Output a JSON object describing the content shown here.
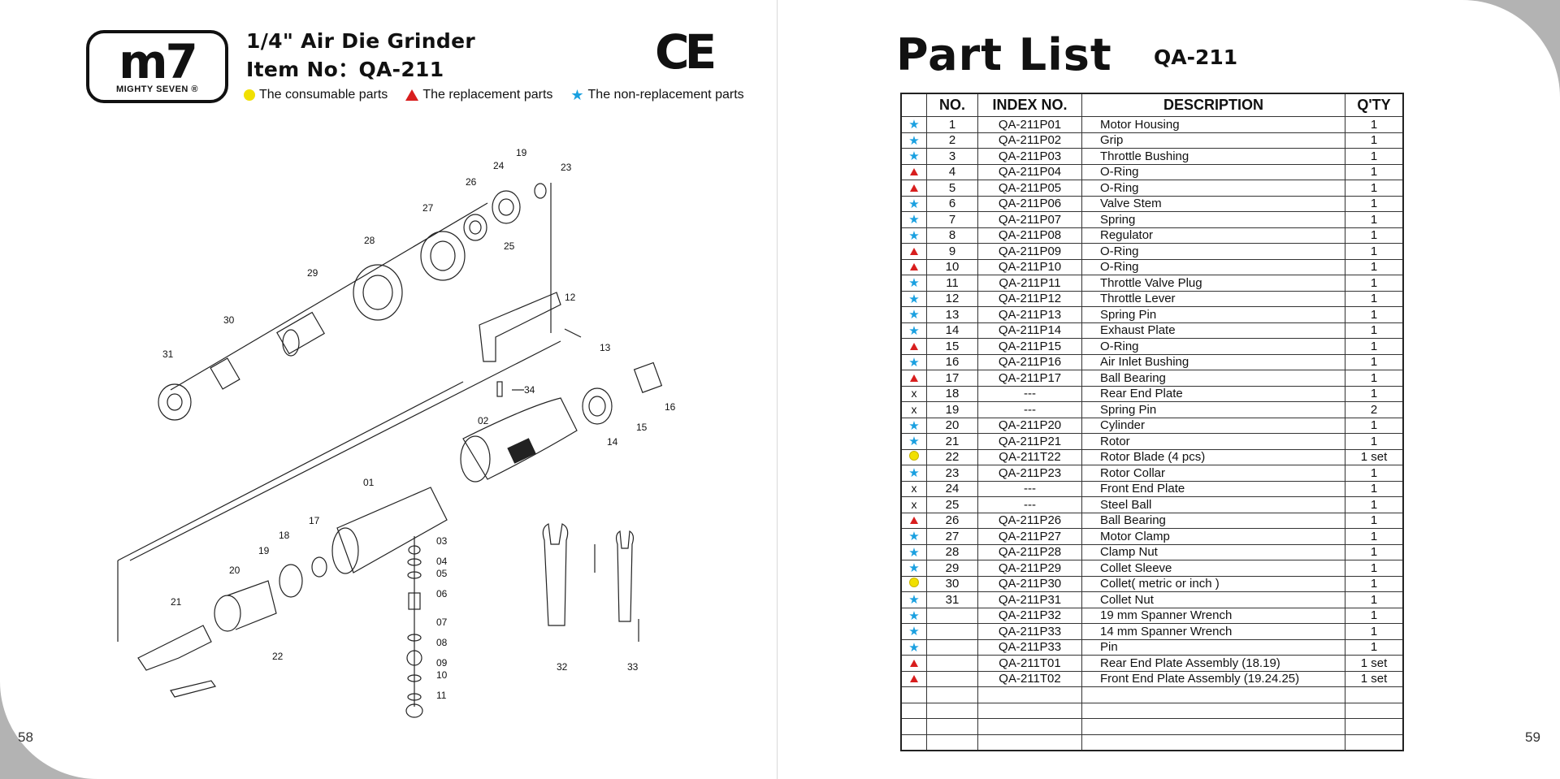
{
  "header": {
    "logo_mark": "m7",
    "logo_text": "MIGHTY SEVEN ®",
    "title_line1": "1/4\" Air Die Grinder",
    "title_line2": "Item No：QA-211",
    "certification_mark": "CE"
  },
  "legend": [
    {
      "icon": "yellow-dot",
      "label": "The consumable parts"
    },
    {
      "icon": "red-triangle",
      "label": "The replacement parts"
    },
    {
      "icon": "blue-star",
      "label": "The non-replacement parts"
    }
  ],
  "colors": {
    "consumable": "#f1e000",
    "replacement": "#d81e1e",
    "non_replacement": "#1aa0e0"
  },
  "diagram_labels": [
    "01",
    "02",
    "03",
    "04",
    "05",
    "06",
    "07",
    "08",
    "09",
    "10",
    "11",
    "12",
    "13",
    "14",
    "15",
    "16",
    "17",
    "18",
    "19",
    "19",
    "20",
    "21",
    "22",
    "23",
    "24",
    "25",
    "26",
    "27",
    "28",
    "29",
    "30",
    "31",
    "32",
    "33",
    "34"
  ],
  "page_numbers": {
    "left": "58",
    "right": "59"
  },
  "part_list": {
    "title": "Part List",
    "model": "QA-211",
    "columns": [
      "",
      "NO.",
      "INDEX NO.",
      "DESCRIPTION",
      "Q'TY"
    ],
    "rows": [
      {
        "mark": "star",
        "no": "1",
        "index": "QA-211P01",
        "desc": "Motor Housing",
        "qty": "1"
      },
      {
        "mark": "star",
        "no": "2",
        "index": "QA-211P02",
        "desc": "Grip",
        "qty": "1"
      },
      {
        "mark": "star",
        "no": "3",
        "index": "QA-211P03",
        "desc": "Throttle Bushing",
        "qty": "1"
      },
      {
        "mark": "tri",
        "no": "4",
        "index": "QA-211P04",
        "desc": "O-Ring",
        "qty": "1"
      },
      {
        "mark": "tri",
        "no": "5",
        "index": "QA-211P05",
        "desc": "O-Ring",
        "qty": "1"
      },
      {
        "mark": "star",
        "no": "6",
        "index": "QA-211P06",
        "desc": "Valve Stem",
        "qty": "1"
      },
      {
        "mark": "star",
        "no": "7",
        "index": "QA-211P07",
        "desc": "Spring",
        "qty": "1"
      },
      {
        "mark": "star",
        "no": "8",
        "index": "QA-211P08",
        "desc": "Regulator",
        "qty": "1"
      },
      {
        "mark": "tri",
        "no": "9",
        "index": "QA-211P09",
        "desc": "O-Ring",
        "qty": "1"
      },
      {
        "mark": "tri",
        "no": "10",
        "index": "QA-211P10",
        "desc": "O-Ring",
        "qty": "1"
      },
      {
        "mark": "star",
        "no": "11",
        "index": "QA-211P11",
        "desc": "Throttle Valve Plug",
        "qty": "1"
      },
      {
        "mark": "star",
        "no": "12",
        "index": "QA-211P12",
        "desc": "Throttle Lever",
        "qty": "1"
      },
      {
        "mark": "star",
        "no": "13",
        "index": "QA-211P13",
        "desc": "Spring Pin",
        "qty": "1"
      },
      {
        "mark": "star",
        "no": "14",
        "index": "QA-211P14",
        "desc": "Exhaust Plate",
        "qty": "1"
      },
      {
        "mark": "tri",
        "no": "15",
        "index": "QA-211P15",
        "desc": "O-Ring",
        "qty": "1"
      },
      {
        "mark": "star",
        "no": "16",
        "index": "QA-211P16",
        "desc": "Air Inlet Bushing",
        "qty": "1"
      },
      {
        "mark": "tri",
        "no": "17",
        "index": "QA-211P17",
        "desc": "Ball Bearing",
        "qty": "1"
      },
      {
        "mark": "x",
        "no": "18",
        "index": "---",
        "desc": "Rear End Plate",
        "qty": "1"
      },
      {
        "mark": "x",
        "no": "19",
        "index": "---",
        "desc": "Spring Pin",
        "qty": "2"
      },
      {
        "mark": "star",
        "no": "20",
        "index": "QA-211P20",
        "desc": "Cylinder",
        "qty": "1"
      },
      {
        "mark": "star",
        "no": "21",
        "index": "QA-211P21",
        "desc": "Rotor",
        "qty": "1"
      },
      {
        "mark": "dot",
        "no": "22",
        "index": "QA-211T22",
        "desc": "Rotor Blade (4 pcs)",
        "qty": "1 set"
      },
      {
        "mark": "star",
        "no": "23",
        "index": "QA-211P23",
        "desc": "Rotor Collar",
        "qty": "1"
      },
      {
        "mark": "x",
        "no": "24",
        "index": "---",
        "desc": "Front End Plate",
        "qty": "1"
      },
      {
        "mark": "x",
        "no": "25",
        "index": "---",
        "desc": "Steel Ball",
        "qty": "1"
      },
      {
        "mark": "tri",
        "no": "26",
        "index": "QA-211P26",
        "desc": "Ball Bearing",
        "qty": "1"
      },
      {
        "mark": "star",
        "no": "27",
        "index": "QA-211P27",
        "desc": "Motor Clamp",
        "qty": "1"
      },
      {
        "mark": "star",
        "no": "28",
        "index": "QA-211P28",
        "desc": "Clamp Nut",
        "qty": "1"
      },
      {
        "mark": "star",
        "no": "29",
        "index": "QA-211P29",
        "desc": "Collet Sleeve",
        "qty": "1"
      },
      {
        "mark": "dot",
        "no": "30",
        "index": "QA-211P30",
        "desc": "Collet( metric or inch )",
        "qty": "1"
      },
      {
        "mark": "star",
        "no": "31",
        "index": "QA-211P31",
        "desc": "Collet  Nut",
        "qty": "1"
      },
      {
        "mark": "star",
        "no": "",
        "index": "QA-211P32",
        "desc": "19 mm Spanner Wrench",
        "qty": "1",
        "small": true
      },
      {
        "mark": "star",
        "no": "",
        "index": "QA-211P33",
        "desc": "14 mm Spanner Wrench",
        "qty": "1",
        "small": true
      },
      {
        "mark": "star",
        "no": "",
        "index": "QA-211P33",
        "desc": "Pin",
        "qty": "1",
        "small": true
      },
      {
        "mark": "tri",
        "no": "",
        "index": "QA-211T01",
        "desc": "Rear End Plate Assembly (18.19)",
        "qty": "1 set"
      },
      {
        "mark": "tri",
        "no": "",
        "index": "QA-211T02",
        "desc": "Front End Plate  Assembly  (19.24.25)",
        "qty": "1 set"
      },
      {
        "mark": "",
        "no": "",
        "index": "",
        "desc": "",
        "qty": ""
      },
      {
        "mark": "",
        "no": "",
        "index": "",
        "desc": "",
        "qty": ""
      },
      {
        "mark": "",
        "no": "",
        "index": "",
        "desc": "",
        "qty": ""
      },
      {
        "mark": "",
        "no": "",
        "index": "",
        "desc": "",
        "qty": ""
      }
    ]
  }
}
